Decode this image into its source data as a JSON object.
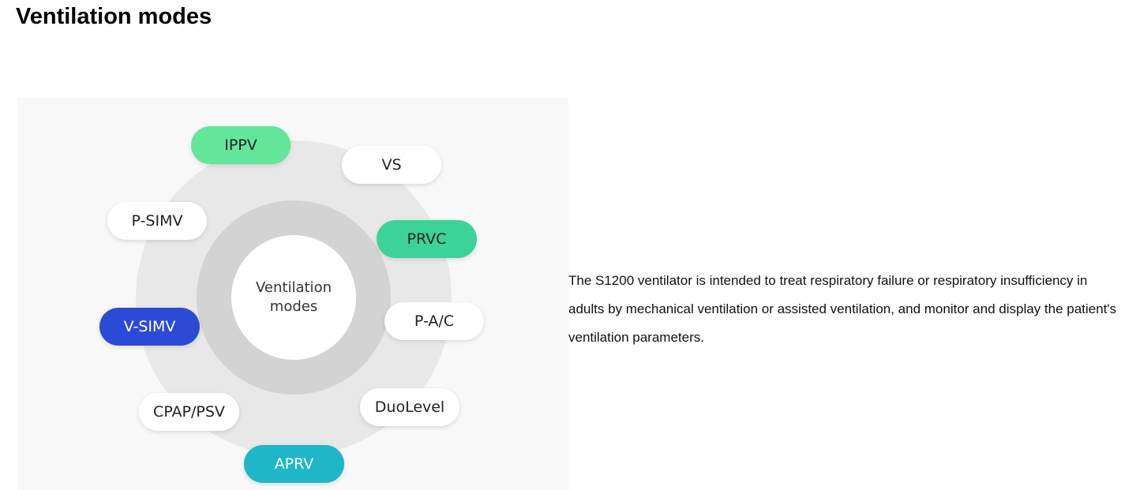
{
  "page": {
    "title": "Ventilation modes"
  },
  "diagram": {
    "center_label": "Ventilation modes",
    "modes": [
      {
        "label": "IPPV",
        "color": "#63e69a"
      },
      {
        "label": "VS",
        "color": "#ffffff"
      },
      {
        "label": "P-SIMV",
        "color": "#ffffff"
      },
      {
        "label": "PRVC",
        "color": "#3bd39a"
      },
      {
        "label": "P-A/C",
        "color": "#ffffff"
      },
      {
        "label": "V-SIMV",
        "color": "#2b4bd7"
      },
      {
        "label": "DuoLevel",
        "color": "#ffffff"
      },
      {
        "label": "CPAP/PSV",
        "color": "#ffffff"
      },
      {
        "label": "APRV",
        "color": "#1fb7c8"
      }
    ]
  },
  "description": {
    "text": "The S1200 ventilator is intended to treat respiratory failure or respiratory insufficiency in adults by mechanical ventilation or assisted ventilation, and monitor and display the patient's ventilation parameters."
  }
}
